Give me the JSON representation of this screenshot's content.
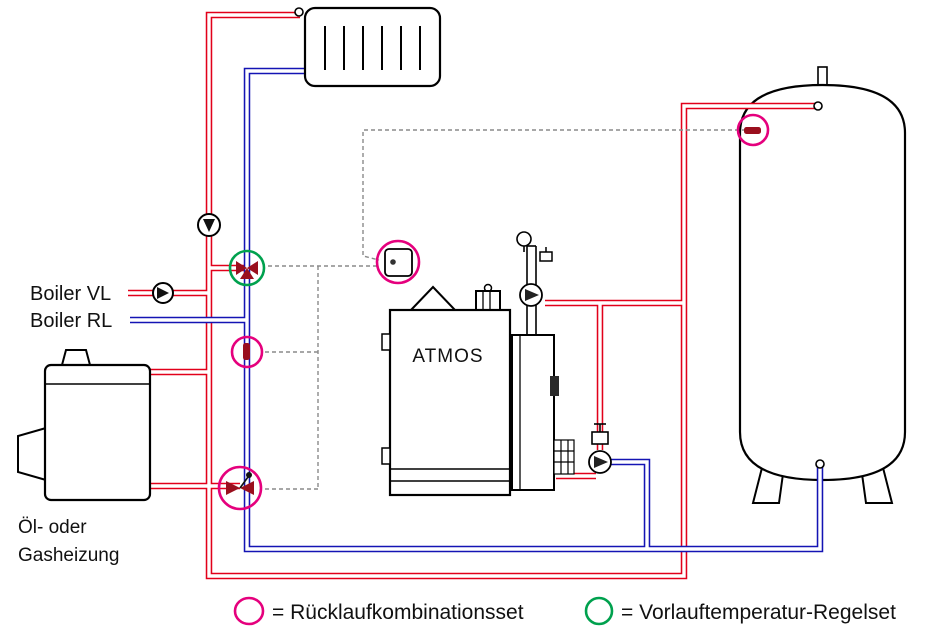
{
  "diagram": {
    "type": "heating-system-schematic",
    "labels": {
      "boiler_vl": "Boiler VL",
      "boiler_rl": "Boiler RL",
      "oil_gas_heater_line1": "Öl- oder",
      "oil_gas_heater_line2": "Gasheizung",
      "atmos_boiler": "ATMOS"
    },
    "legend": {
      "pink_marker": "= Rücklaufkombinationsset",
      "green_marker": "= Vorlauftemperatur-Regelset"
    },
    "colors": {
      "supply_pipe_red": "#e2001a",
      "return_pipe_blue": "#1414b4",
      "marker_pink": "#e5007d",
      "marker_green": "#00a14e",
      "sensor_wire_gray": "#8a8a8a",
      "valve_dark_red": "#9a0f1e",
      "outline_black": "#000000"
    }
  }
}
